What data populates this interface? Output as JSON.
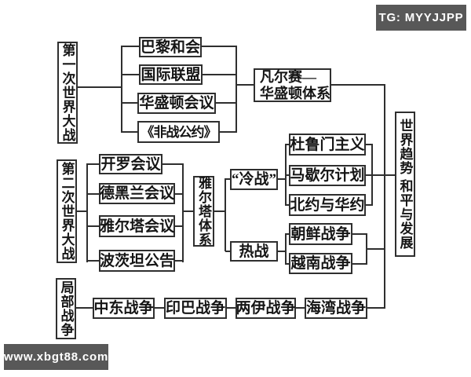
{
  "nodes": {
    "ww1_root": "第一次世界大战",
    "paris": "巴黎和会",
    "league": "国际联盟",
    "washington": "华盛顿会议",
    "pact": "《非战公约》",
    "versailles_line1": "凡尔赛—",
    "versailles_line2": "华盛顿体系",
    "ww2_root": "第二次世界大战",
    "cairo": "开罗会议",
    "tehran": "德黑兰会议",
    "yalta_conf": "雅尔塔会议",
    "potsdam": "波茨坦公告",
    "yalta_system": "雅尔塔体系",
    "cold_war": "“冷战”",
    "truman": "杜鲁门主义",
    "marshall": "马歇尔计划",
    "nato_warsaw": "北约与华约",
    "hot_war": "热战",
    "korea": "朝鲜战争",
    "vietnam": "越南战争",
    "local_root": "局部战争",
    "mideast": "中东战争",
    "indo_pak": "印巴战争",
    "iran_iraq": "两伊战争",
    "gulf": "海湾战争",
    "trend_line1": "世界趋势",
    "trend_line2": "和平与发展"
  },
  "watermarks": {
    "tg_badge": "TG: MYYJJPP",
    "site_badge": "www.xbgt88.com"
  },
  "colors": {
    "line": "#2f2f2f",
    "text": "#151515",
    "badge_bg": "#585858",
    "badge_text": "#ffffff",
    "background": "#ffffff"
  }
}
